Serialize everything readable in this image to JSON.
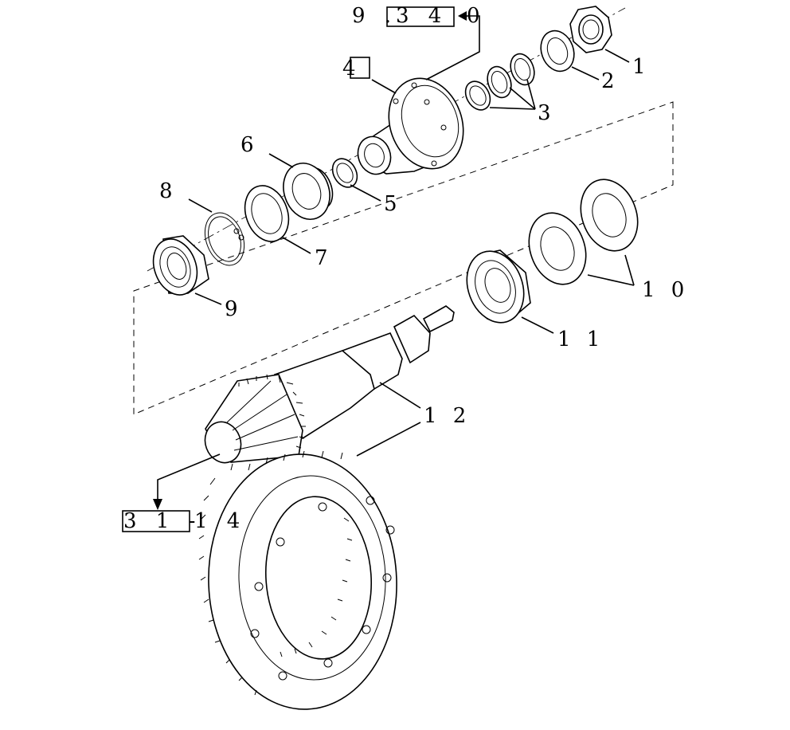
{
  "references": {
    "top": {
      "prefix": "9 .",
      "box": "3 4 -",
      "suffix": "0"
    },
    "bottom": {
      "box": "3 1 -",
      "suffix": "1 4"
    }
  },
  "labels": {
    "p1": "1",
    "p2": "2",
    "p3": "3",
    "p4": "4",
    "p5": "5",
    "p6": "6",
    "p7": "7",
    "p8": "8",
    "p9": "9",
    "p10": "1 0",
    "p11": "1 1",
    "p12": "1 2"
  }
}
